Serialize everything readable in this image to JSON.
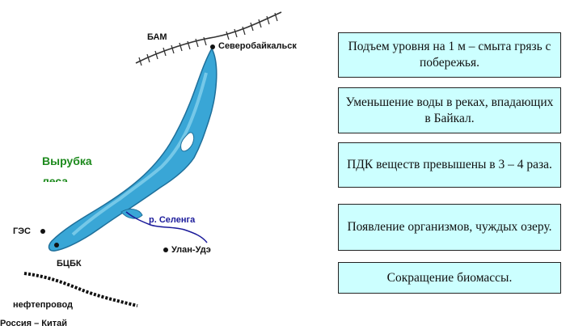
{
  "map": {
    "labels": {
      "bam": "БАМ",
      "severobaikalsk": "Северобайкальск",
      "deforestation_line1": "Вырубка",
      "deforestation_line2": "леса",
      "selenga": "р. Селенга",
      "ulan_ude": "Улан-Удэ",
      "ges": "ГЭС",
      "bcbk": "БЦБК",
      "pipeline_line1": "нефтепровод",
      "pipeline_line2": "Россия – Китай"
    },
    "colors": {
      "lake_fill": "#39a6d6",
      "lake_highlight": "#8fd7f0",
      "river": "#1a1a9a",
      "deforestation": "#1d8a1d"
    }
  },
  "facts": [
    {
      "text": "Подъем уровня на 1 м – смыта грязь с побережья."
    },
    {
      "text": "Уменьшение воды в реках, впадающих в Байкал."
    },
    {
      "text": "ПДК веществ превышены в 3 – 4 раза."
    },
    {
      "text": "Появление организмов, чуждых озеру."
    },
    {
      "text": "Сокращение биомассы."
    }
  ]
}
